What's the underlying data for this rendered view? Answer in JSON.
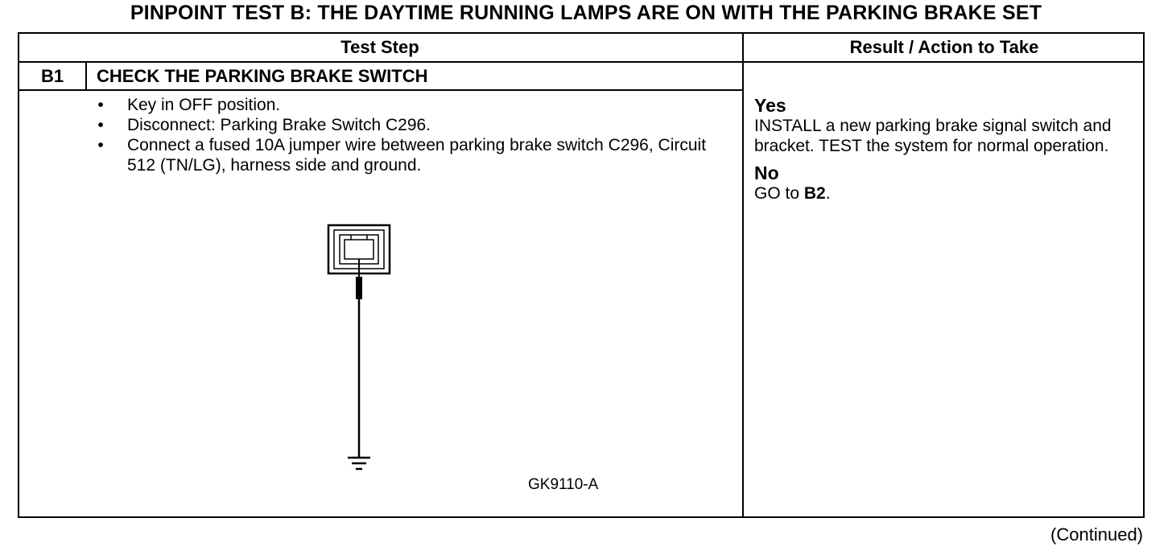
{
  "title": "PINPOINT TEST B: THE DAYTIME RUNNING LAMPS ARE ON WITH THE PARKING BRAKE SET",
  "table": {
    "headers": {
      "test_step": "Test Step",
      "result_action": "Result / Action to Take"
    },
    "step": {
      "id": "B1",
      "title": "CHECK THE PARKING BRAKE SWITCH",
      "bullets": [
        "Key in OFF position.",
        "Disconnect: Parking Brake Switch C296.",
        "Connect a fused 10A jumper wire between parking brake switch C296, Circuit 512 (TN/LG), harness side and ground."
      ],
      "figure": {
        "id": "GK9110-A",
        "icon": "connector-jumper-ground-diagram"
      }
    },
    "results": {
      "yes": {
        "label": "Yes",
        "action": "INSTALL a new parking brake signal switch and bracket. TEST the system for normal operation."
      },
      "no": {
        "label": "No",
        "action_prefix": "GO to ",
        "action_target": "B2",
        "action_suffix": "."
      }
    }
  },
  "footer": {
    "continued": "(Continued)"
  },
  "bullet_symbol": "•"
}
